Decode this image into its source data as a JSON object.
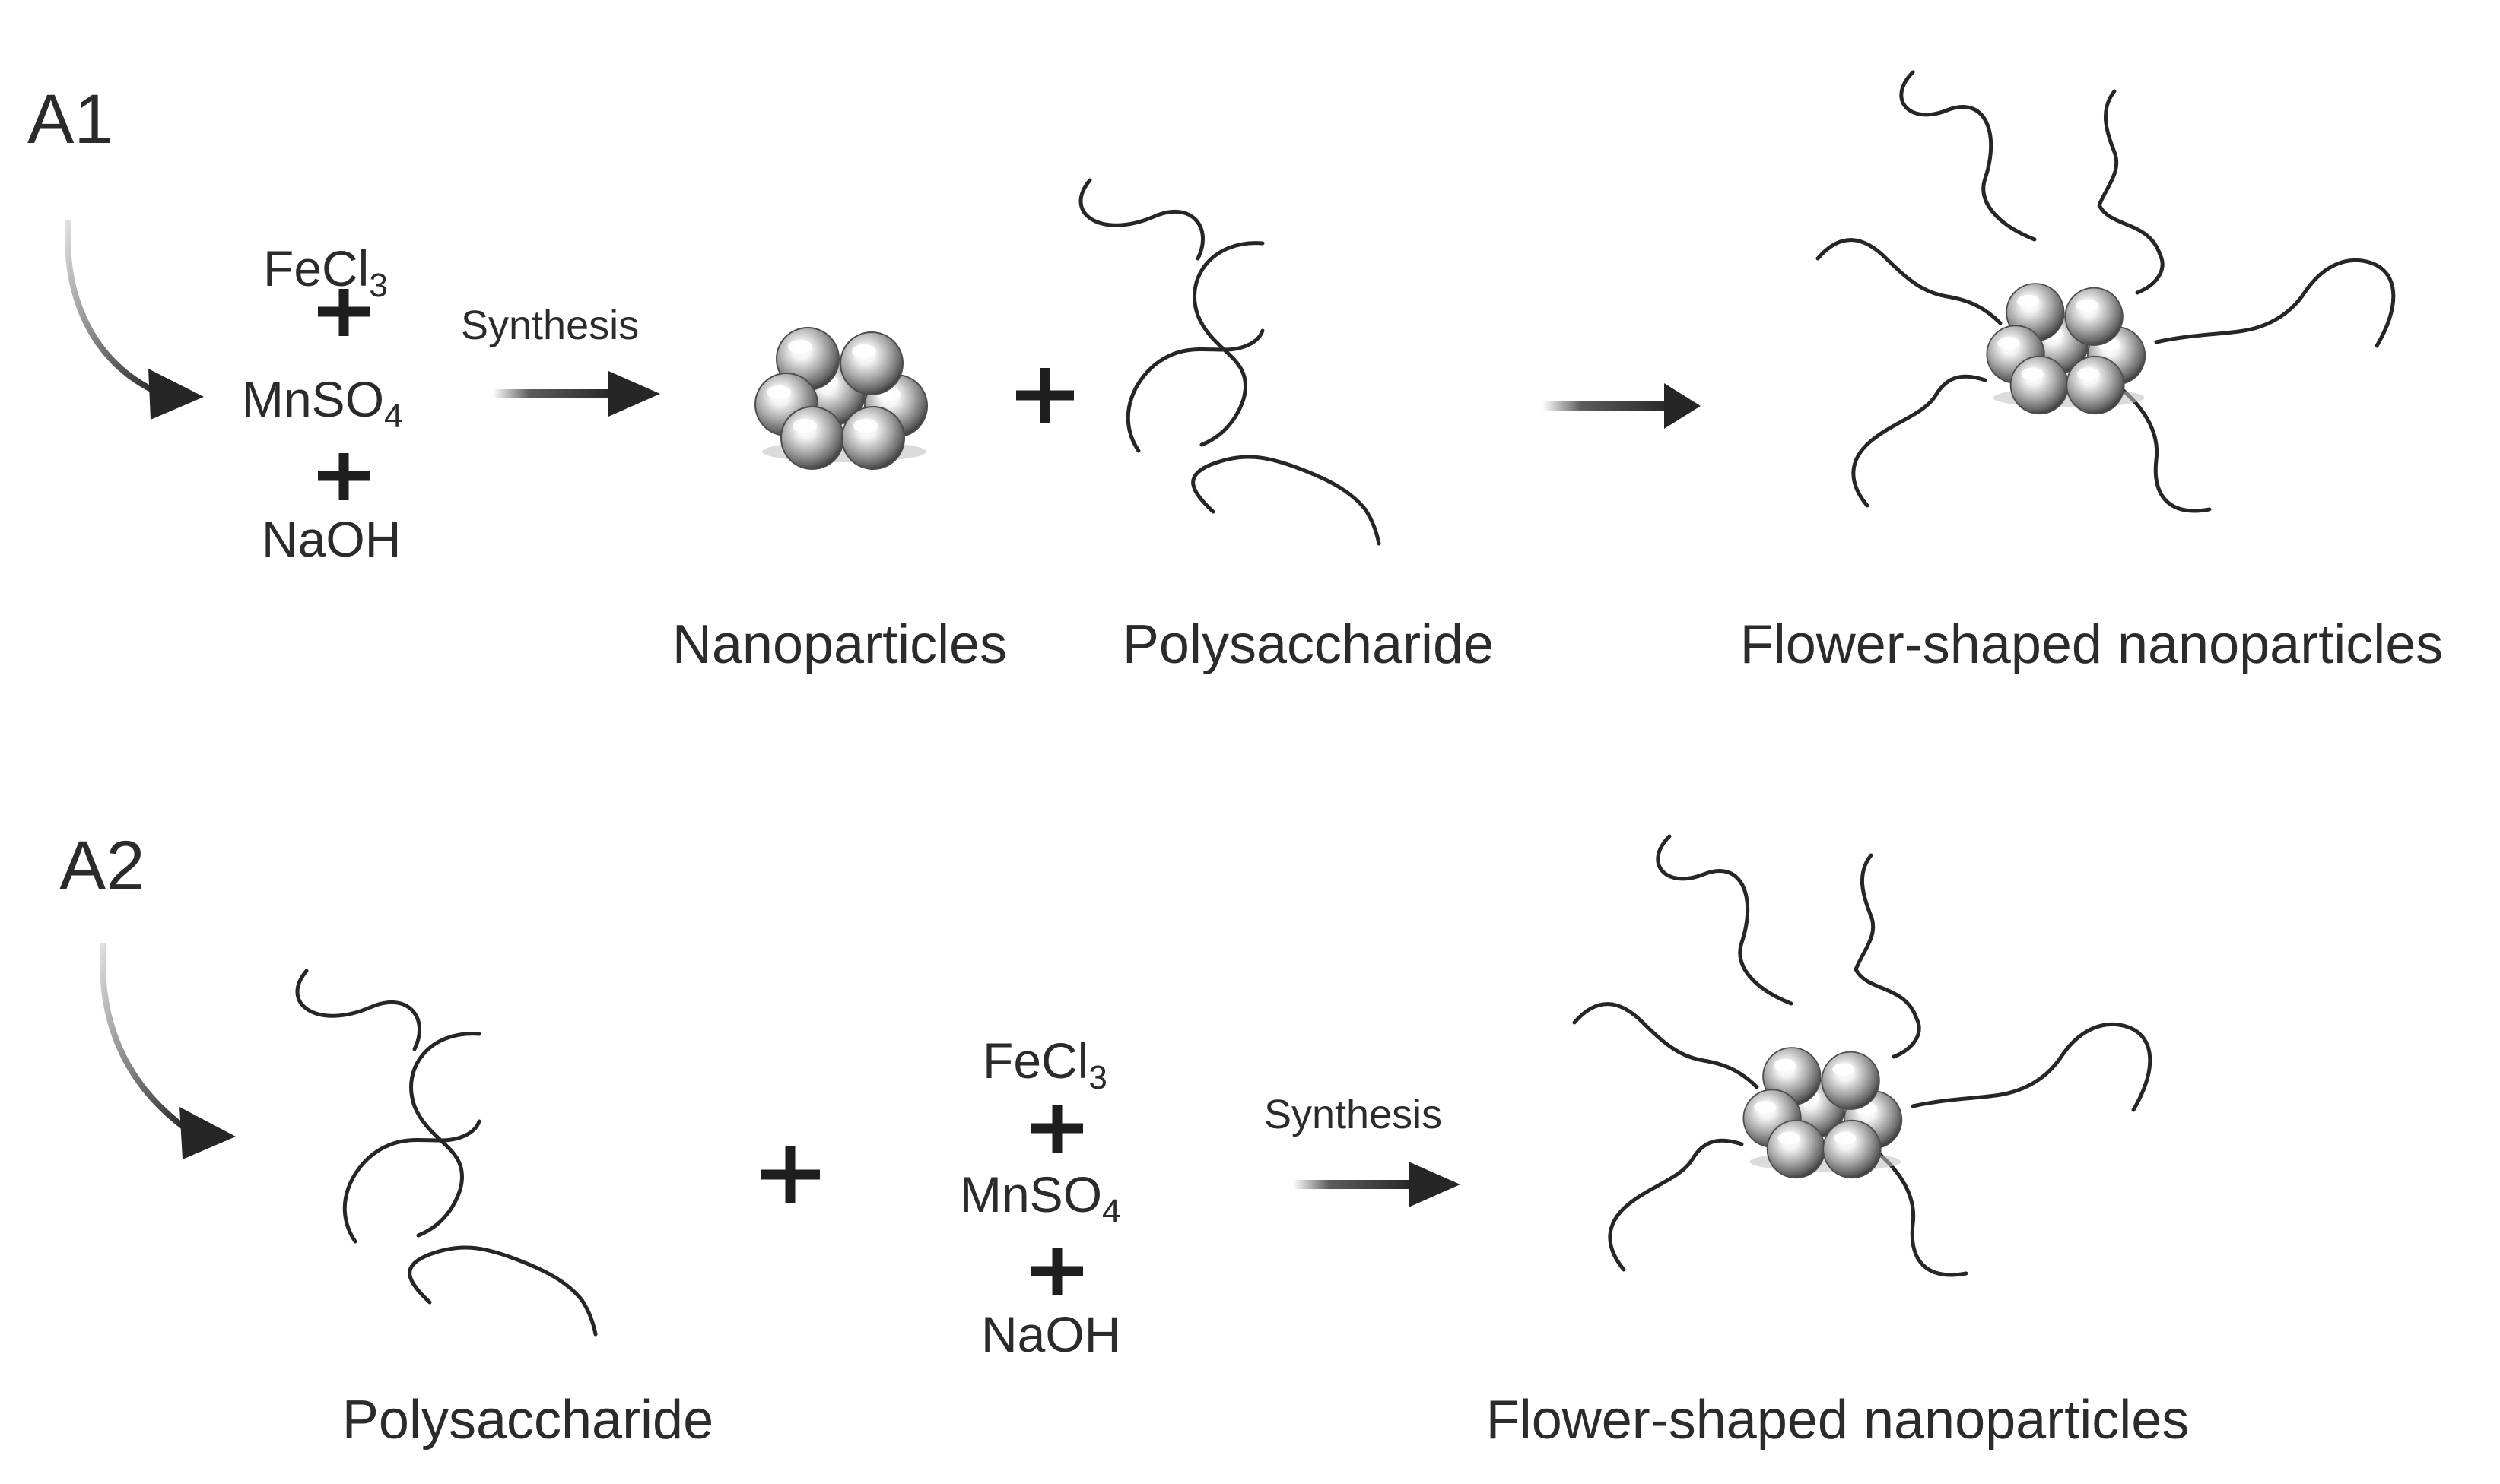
{
  "panel_a1": {
    "label": "A1",
    "reagents": {
      "fecl": "FeCl",
      "fecl_sub": "3",
      "mnso": "MnSO",
      "mnso_sub": "4",
      "naoh": "NaOH"
    },
    "arrow_label": "Synthesis",
    "labels": {
      "nanoparticles": "Nanoparticles",
      "polysaccharide": "Polysaccharide",
      "flower": "Flower-shaped nanoparticles"
    }
  },
  "panel_a2": {
    "label": "A2",
    "reagents": {
      "fecl": "FeCl",
      "fecl_sub": "3",
      "mnso": "MnSO",
      "mnso_sub": "4",
      "naoh": "NaOH"
    },
    "arrow_label": "Synthesis",
    "labels": {
      "polysaccharide": "Polysaccharide",
      "flower": "Flower-shaped nanoparticles"
    }
  }
}
